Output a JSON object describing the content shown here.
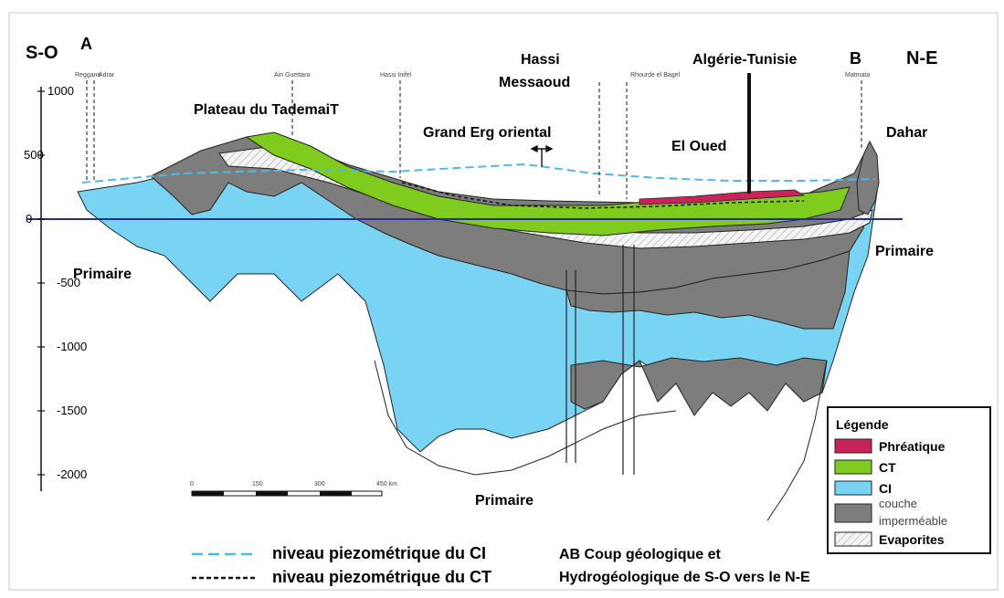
{
  "corner_left": "S-O",
  "corner_right": "N-E",
  "point_a": "A",
  "point_b": "B",
  "places": {
    "reggane": "Reggane",
    "adrar": "Adrar",
    "ain_guettara": "Ain Guettara",
    "hassi_inifel": "Hassi Inifel",
    "rhourde_el_bagel": "Rhourde el Bagel",
    "matmata": "Matmata"
  },
  "labels": {
    "hassi": "Hassi",
    "messaoud": "Messaoud",
    "algerie_tunisie": "Algérie-Tunisie",
    "plateau": "Plateau du TademaiT",
    "grand_erg": "Grand Erg oriental",
    "el_oued": "El Oued",
    "dahar": "Dahar",
    "primaire_left": "Primaire",
    "primaire_right": "Primaire",
    "primaire_bottom": "Primaire"
  },
  "y_axis": {
    "ticks": [
      "1000",
      "500",
      "0",
      "-500",
      "-1000",
      "-1500",
      "-2000"
    ]
  },
  "scale_bar": {
    "labels": [
      "0",
      "150",
      "300",
      "450 km"
    ]
  },
  "legend": {
    "title": "Légende",
    "items": [
      {
        "label": "Phréatique",
        "color": "#c8245a"
      },
      {
        "label": "CT",
        "color": "#80cc1e"
      },
      {
        "label": "CI",
        "color": "#78d4f2"
      },
      {
        "label": "couche",
        "color": "#7d7d7d"
      },
      {
        "label": "Evaporites",
        "color": "#f4f4f4"
      }
    ],
    "extra_line": "imperméable"
  },
  "bottom_legend": {
    "ci_line": "niveau piezométrique du CI",
    "ct_line": "niveau piezométrique du CT",
    "caption_1": "AB Coup géologique et",
    "caption_2": "Hydrogéologique de S-O vers le N-E"
  },
  "colors": {
    "ci": "#78d4f2",
    "ct": "#80cc1e",
    "gray": "#7d7d7d",
    "phreatique": "#c8245a",
    "piezo_ci": "#4fb8e6",
    "zero_line": "#2a2aa0"
  }
}
